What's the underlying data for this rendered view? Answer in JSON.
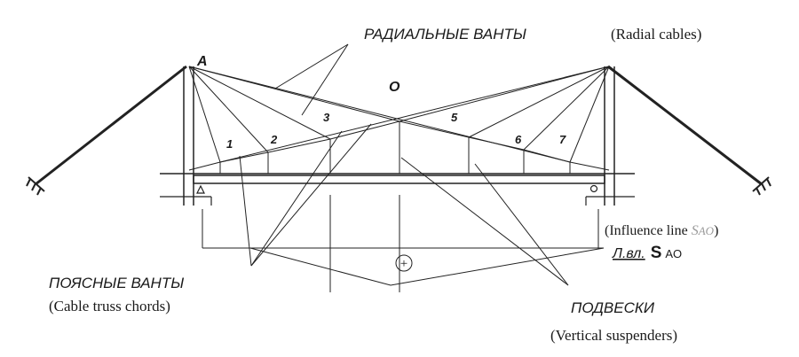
{
  "labels": {
    "radial_ru": "РАДИАЛЬНЫЕ ВАНТЫ",
    "radial_en": "(Radial cables)",
    "chord_ru": "ПОЯСНЫЕ ВАНТЫ",
    "chord_en": "(Cable truss chords)",
    "susp_ru": "ПОДВЕСКИ",
    "susp_en": "(Vertical suspenders)",
    "influence_en_open": "(Influence line ",
    "influence_en_s": "S",
    "influence_en_ao": "AO",
    "influence_en_close": ")",
    "influence_ru": "Л.вл.",
    "influence_ru_s": "S",
    "influence_ru_ao": "AO",
    "point_a": "A",
    "point_o": "O",
    "plus_sign": "+"
  },
  "node_numbers": [
    "1",
    "2",
    "3",
    "5",
    "6",
    "7"
  ]
}
